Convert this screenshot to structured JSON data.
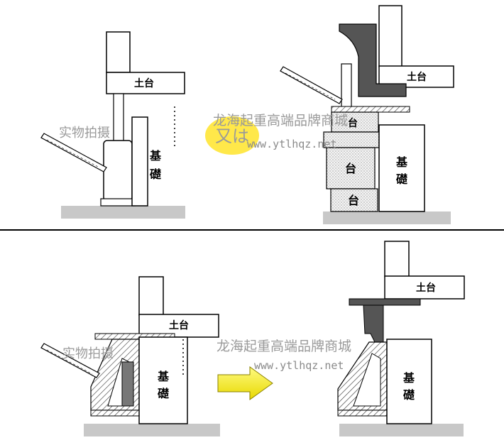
{
  "labels": {
    "platform": "土台",
    "foundation_line1": "基",
    "foundation_line2": "礎",
    "block": "台",
    "stamp": "又は"
  },
  "watermark": {
    "photo_text": "实物拍摄",
    "brand_text": "龙海起重高端品牌商城",
    "url": "www.ytlhqz.net"
  },
  "colors": {
    "outline": "#000000",
    "block_fill": "#f2f2f2",
    "stamp_fill": "#ffe84a",
    "arrow_fill": "#fff200",
    "ground": "#c8c8c8",
    "dark_part": "#555555"
  },
  "icons": [
    "jack-lever",
    "yellow-arrow"
  ]
}
